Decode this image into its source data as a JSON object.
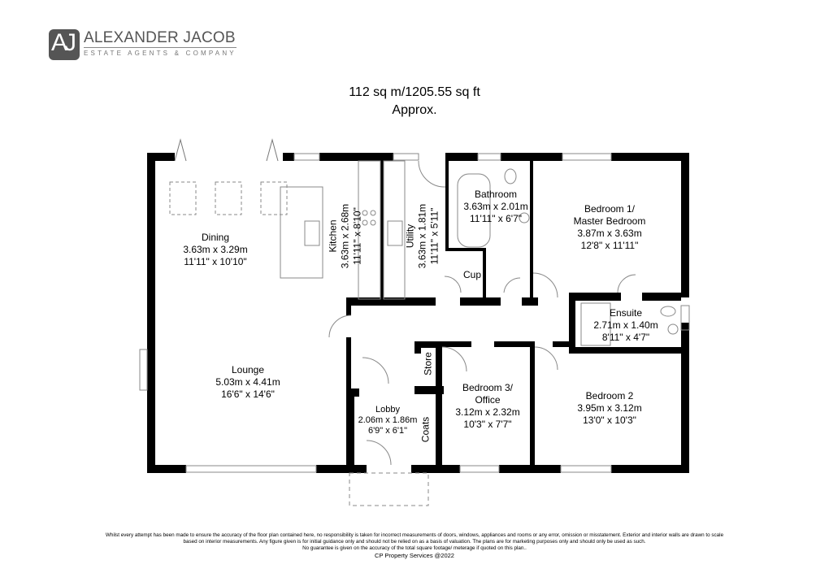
{
  "brand": {
    "monogram": "AJ",
    "name": "ALEXANDER JACOB",
    "tagline": "ESTATE AGENTS & COMPANY"
  },
  "header": {
    "total_area": "112 sq m/1205.55 sq ft",
    "approx": "Approx."
  },
  "rooms": [
    {
      "name": "Dining",
      "metric": "3.63m x 3.29m",
      "imperial": "11'11\" x 10'10\""
    },
    {
      "name": "Kitchen",
      "metric": "3.63m x 2.68m",
      "imperial": "11'11\" x 8'10\""
    },
    {
      "name": "Utility",
      "metric": "3.63m x 1.81m",
      "imperial": "11'11\" x 5'11\""
    },
    {
      "name": "Bathroom",
      "metric": "3.63m x 2.01m",
      "imperial": "11'11\" x 6'7\""
    },
    {
      "name": "Bedroom 1/",
      "name2": "Master Bedroom",
      "metric": "3.87m x 3.63m",
      "imperial": "12'8\" x 11'11\""
    },
    {
      "name": "Ensuite",
      "metric": "2.71m x 1.40m",
      "imperial": "8'11\" x 4'7\""
    },
    {
      "name": "Lounge",
      "metric": "5.03m x 4.41m",
      "imperial": "16'6\" x 14'6\""
    },
    {
      "name": "Lobby",
      "metric": "2.06m x 1.86m",
      "imperial": "6'9\" x 6'1\""
    },
    {
      "name": "Bedroom 3/",
      "name2": "Office",
      "metric": "3.12m x 2.32m",
      "imperial": "10'3\" x 7'7\""
    },
    {
      "name": "Bedroom 2",
      "metric": "3.95m x 3.12m",
      "imperial": "13'0\" x 10'3\""
    }
  ],
  "small_labels": {
    "cupboard": "Cup",
    "store": "Store",
    "coats": "Coats"
  },
  "disclaimer": {
    "line1": "Whilst every attempt has been made to ensure the accuracy of the floor plan contained here, no responsibility is taken for incorrect measurements of doors, windows, appliances and rooms or any error, omission or misstatement. Exterior and interior walls are drawn to scale",
    "line2": "based on interior measurements. Any figure given is for initial guidance only and should not be relied on as a basis of valuation. The plans are for marketing purposes only and should only be used as such.",
    "line3": "No guarantee is given on the accuracy of the total square footage/ meterage if quoted on this plan..",
    "credit": "CP Property Services @2022"
  }
}
